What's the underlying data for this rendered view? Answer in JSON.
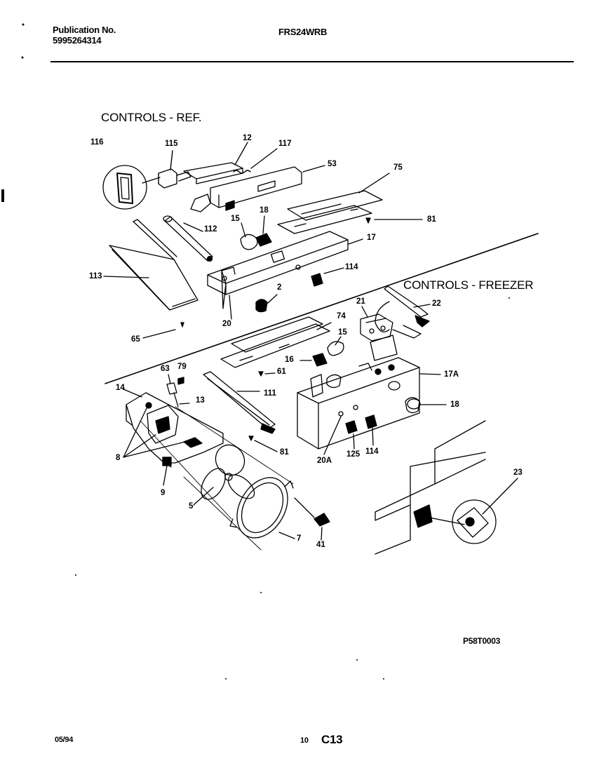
{
  "header": {
    "publication_label": "Publication No.",
    "publication_number": "5995264314",
    "model": "FRS24WRB"
  },
  "sections": {
    "refrigerator_controls": "CONTROLS - REF.",
    "freezer_controls": "CONTROLS - FREEZER"
  },
  "callouts": {
    "c116": "116",
    "c115": "115",
    "c12": "12",
    "c117": "117",
    "c53": "53",
    "c75": "75",
    "c81a": "81",
    "c112": "112",
    "c15a": "15",
    "c18a": "18",
    "c17": "17",
    "c113": "113",
    "c114a": "114",
    "c2": "2",
    "c20": "20",
    "c65": "65",
    "c74": "74",
    "c21": "21",
    "c22": "22",
    "c15b": "15",
    "c16": "16",
    "c61": "61",
    "c63": "63",
    "c79": "79",
    "c14": "14",
    "c13": "13",
    "c111": "111",
    "c17a": "17A",
    "c18b": "18",
    "c8": "8",
    "c9": "9",
    "c5": "5",
    "c81b": "81",
    "c20a": "20A",
    "c125": "125",
    "c114b": "114",
    "c23": "23",
    "c7": "7",
    "c41": "41"
  },
  "footer": {
    "drawing_code": "P58T0003",
    "date": "05/94",
    "page_number": "10",
    "section_code": "C13"
  }
}
